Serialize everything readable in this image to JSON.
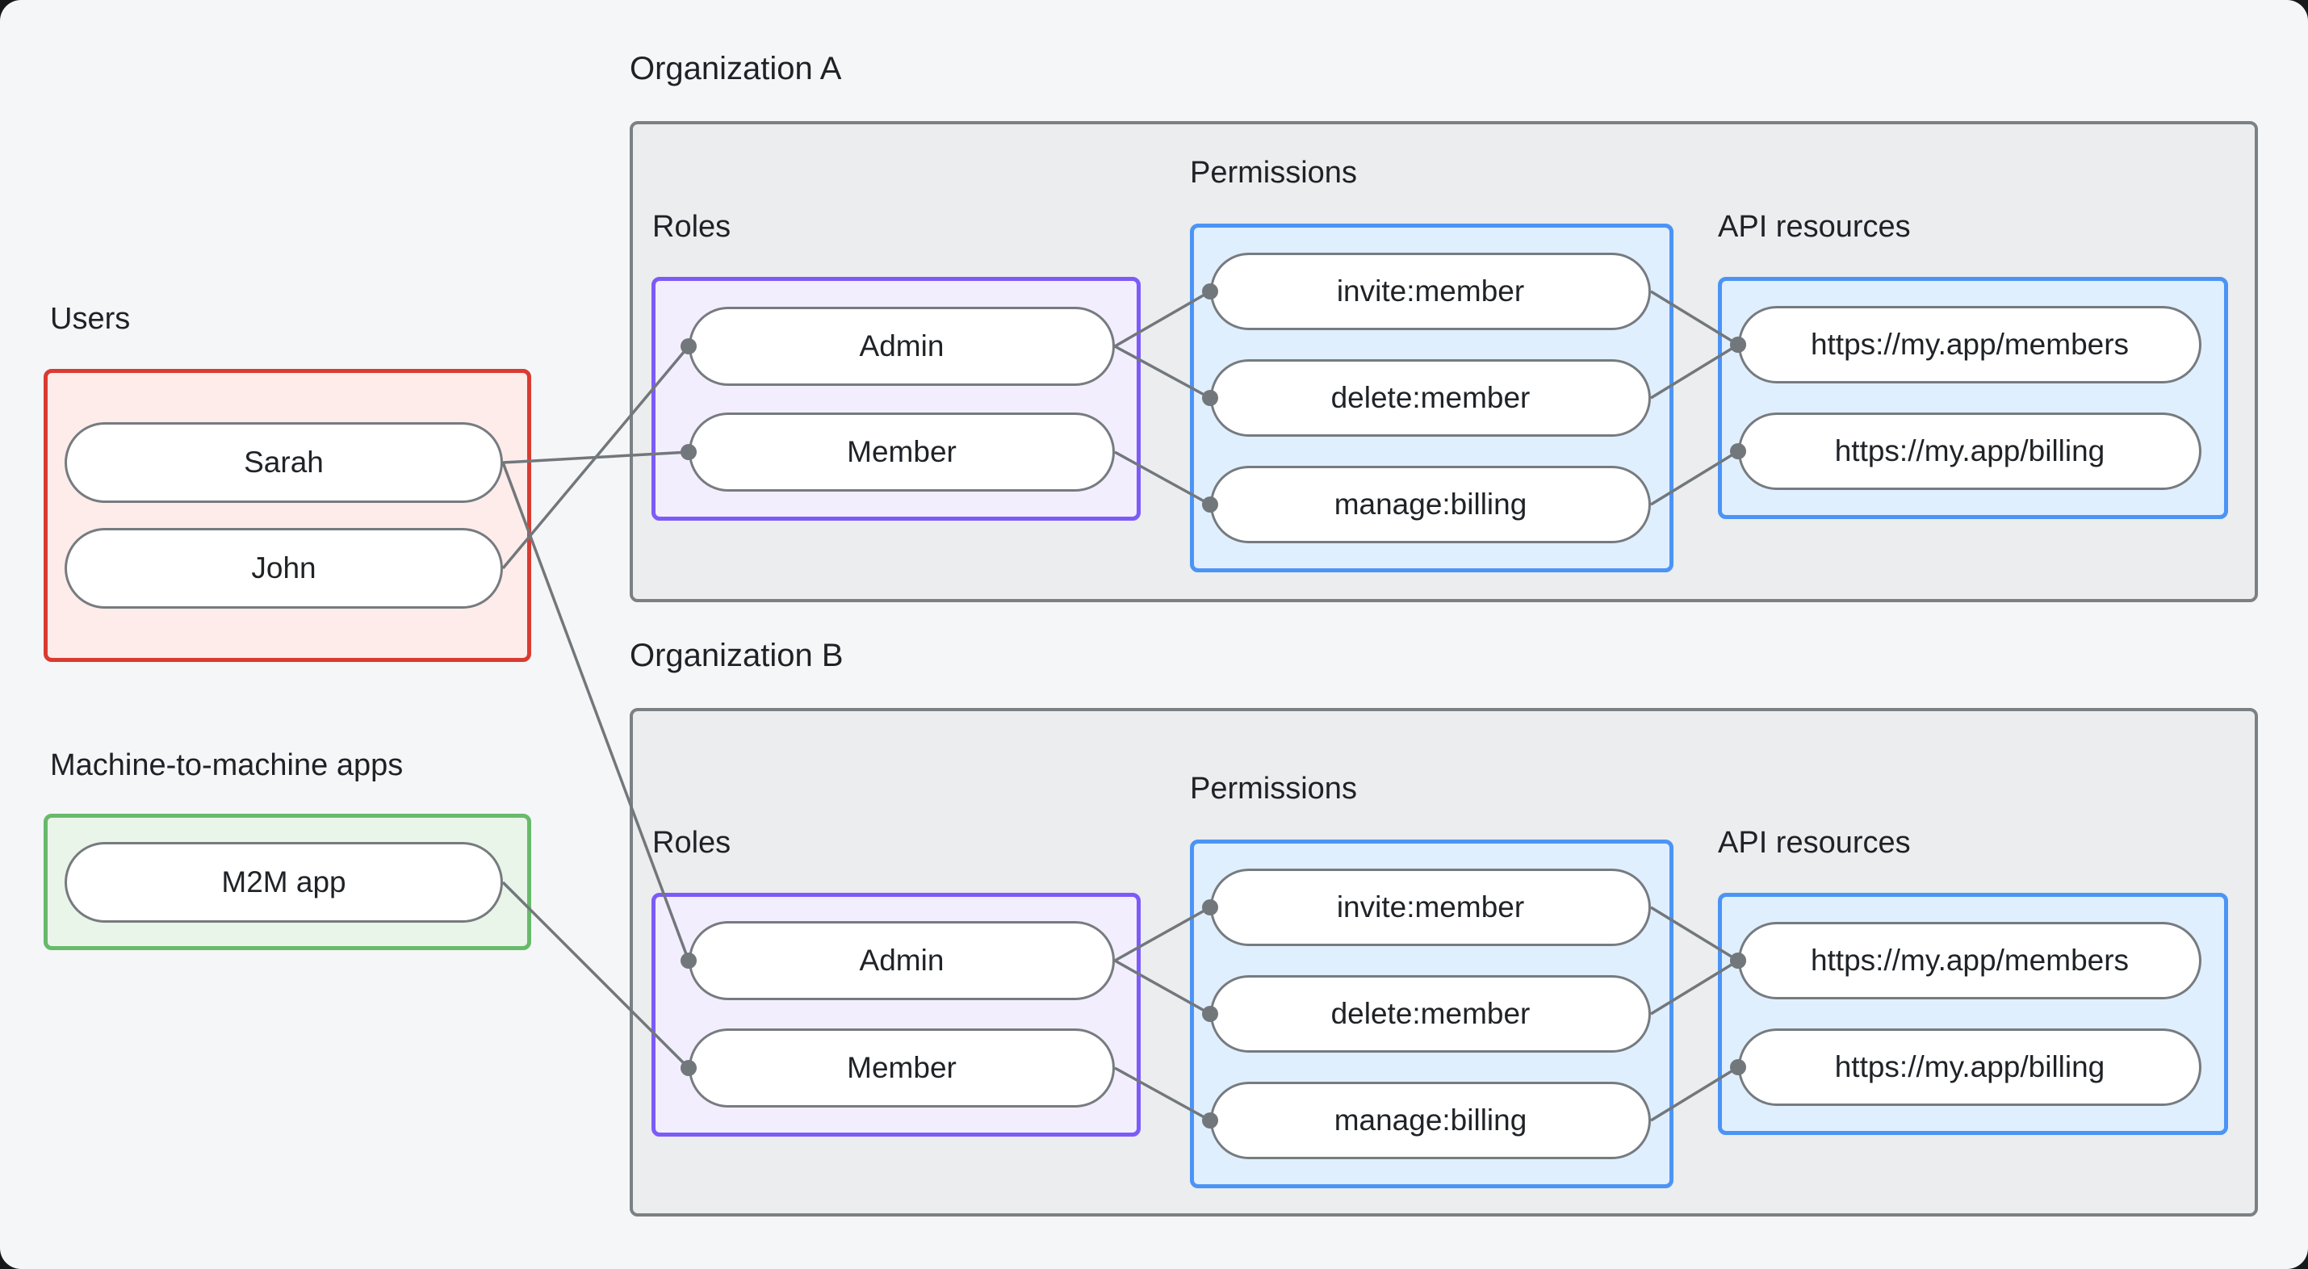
{
  "page": {
    "background": "#f5f6f7"
  },
  "colors": {
    "canvas_bg": "#f5f6f7",
    "org_box_bg": "#ebedee",
    "org_box_border": "#7b8084",
    "users_box_bg": "#fdecea",
    "users_box_border": "#d93b32",
    "m2m_box_bg": "#eaf5ea",
    "m2m_box_border": "#67ba6a",
    "roles_box_bg": "#f3eefd",
    "roles_box_border": "#7c5bf8",
    "blue_box_bg": "#e0effe",
    "blue_box_border": "#4b94f6",
    "pill_bg": "#ffffff",
    "pill_border": "#767b7f",
    "connector": "#72777b",
    "text": "#1e2227"
  },
  "users_section": {
    "label": "Users",
    "items": [
      {
        "id": "user-sarah",
        "label": "Sarah"
      },
      {
        "id": "user-john",
        "label": "John"
      }
    ]
  },
  "m2m_section": {
    "label": "Machine-to-machine apps",
    "items": [
      {
        "id": "m2m-app",
        "label": "M2M app"
      }
    ]
  },
  "organizations": [
    {
      "title": "Organization A",
      "roles": {
        "label": "Roles",
        "items": [
          {
            "id": "org-a-role-admin",
            "label": "Admin"
          },
          {
            "id": "org-a-role-member",
            "label": "Member"
          }
        ]
      },
      "permissions": {
        "label": "Permissions",
        "items": [
          {
            "id": "org-a-perm-invite",
            "label": "invite:member"
          },
          {
            "id": "org-a-perm-delete",
            "label": "delete:member"
          },
          {
            "id": "org-a-perm-manage",
            "label": "manage:billing"
          }
        ]
      },
      "api_resources": {
        "label": "API resources",
        "items": [
          {
            "id": "org-a-api-members",
            "label": "https://my.app/members"
          },
          {
            "id": "org-a-api-billing",
            "label": "https://my.app/billing"
          }
        ]
      }
    },
    {
      "title": "Organization B",
      "roles": {
        "label": "Roles",
        "items": [
          {
            "id": "org-b-role-admin",
            "label": "Admin"
          },
          {
            "id": "org-b-role-member",
            "label": "Member"
          }
        ]
      },
      "permissions": {
        "label": "Permissions",
        "items": [
          {
            "id": "org-b-perm-invite",
            "label": "invite:member"
          },
          {
            "id": "org-b-perm-delete",
            "label": "delete:member"
          },
          {
            "id": "org-b-perm-manage",
            "label": "manage:billing"
          }
        ]
      },
      "api_resources": {
        "label": "API resources",
        "items": [
          {
            "id": "org-b-api-members",
            "label": "https://my.app/members"
          },
          {
            "id": "org-b-api-billing",
            "label": "https://my.app/billing"
          }
        ]
      }
    }
  ],
  "connections": [
    {
      "from": "user-sarah",
      "to": "org-a-role-member"
    },
    {
      "from": "user-john",
      "to": "org-a-role-admin"
    },
    {
      "from": "user-sarah",
      "to": "org-b-role-admin"
    },
    {
      "from": "m2m-app",
      "to": "org-b-role-member"
    },
    {
      "from": "org-a-role-admin",
      "to": "org-a-perm-invite"
    },
    {
      "from": "org-a-role-admin",
      "to": "org-a-perm-delete"
    },
    {
      "from": "org-a-role-member",
      "to": "org-a-perm-manage"
    },
    {
      "from": "org-a-perm-invite",
      "to": "org-a-api-members"
    },
    {
      "from": "org-a-perm-delete",
      "to": "org-a-api-members"
    },
    {
      "from": "org-a-perm-manage",
      "to": "org-a-api-billing"
    },
    {
      "from": "org-b-role-admin",
      "to": "org-b-perm-invite"
    },
    {
      "from": "org-b-role-admin",
      "to": "org-b-perm-delete"
    },
    {
      "from": "org-b-role-member",
      "to": "org-b-perm-manage"
    },
    {
      "from": "org-b-perm-invite",
      "to": "org-b-api-members"
    },
    {
      "from": "org-b-perm-delete",
      "to": "org-b-api-members"
    },
    {
      "from": "org-b-perm-manage",
      "to": "org-b-api-billing"
    }
  ]
}
